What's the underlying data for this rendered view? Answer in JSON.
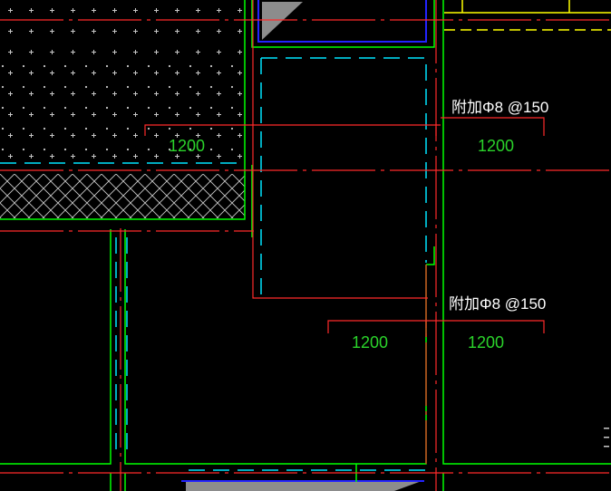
{
  "annotations": {
    "rebar_note_1": "附加Φ8 @150",
    "rebar_note_2": "附加Φ8 @150"
  },
  "dimensions": {
    "upper_left": "1200",
    "upper_right": "1200",
    "lower_left": "1200",
    "lower_right": "1200"
  },
  "colors": {
    "background": "#000000",
    "axis_line": "#ff2a2a",
    "wall_line": "#00ff00",
    "hidden_line": "#00e5ff",
    "note_text": "#ffffff",
    "dimension_text": "#2bd42b",
    "beam_line": "#2323ff",
    "yellow_line": "#ffff00",
    "hatch": "#c8c8c8",
    "grey_fill": "#8c8c8c"
  }
}
